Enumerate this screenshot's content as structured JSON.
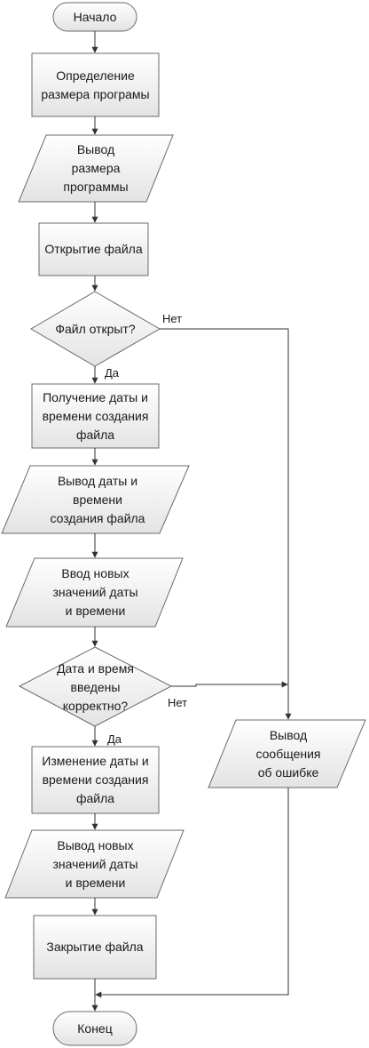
{
  "diagram": {
    "start": "Начало",
    "step_size": "Определение\nразмера програмы",
    "output_size": "Вывод\nразмера\nпрограммы",
    "open_file": "Открытие файла",
    "decision_opened": "Файл открыт?",
    "get_date": "Получение даты и\nвремени создания\nфайла",
    "output_date": "Вывод даты и\nвремени\nсоздания файла",
    "input_new": "Ввод новых\nзначений даты\nи времени",
    "decision_valid": "Дата и время\nвведены\nкорректно?",
    "change_date": "Изменение даты и\nвремени создания\nфайла",
    "output_new": "Вывод новых\nзначений даты\nи времени",
    "close_file": "Закрытие файла",
    "error_msg": "Вывод\nсообщения\nоб ошибке",
    "end": "Конец",
    "label_no_1": "Нет",
    "label_yes_1": "Да",
    "label_no_2": "Нет",
    "label_yes_2": "Да"
  },
  "colors": {
    "fill_top": "#ffffff",
    "fill_bottom": "#e3e3e3",
    "stroke": "#6b6b6b",
    "edge": "#333333"
  }
}
